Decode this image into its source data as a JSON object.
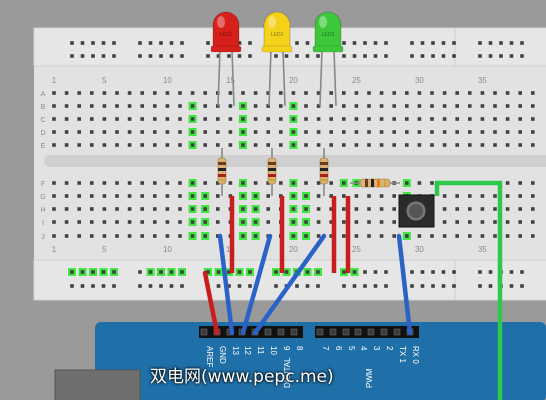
{
  "breadboard": {
    "column_labels": [
      "1",
      "5",
      "10",
      "15",
      "20",
      "25",
      "30",
      "35"
    ],
    "column_numbers": [
      1,
      5,
      10,
      15,
      20,
      25,
      30,
      35
    ],
    "row_labels_top": [
      "A",
      "B",
      "C",
      "D",
      "E"
    ],
    "row_labels_bottom": [
      "F",
      "G",
      "H",
      "I",
      "J"
    ]
  },
  "leds": [
    {
      "name": "led-red",
      "color": "#d8201a",
      "label": "LED1",
      "column": 12
    },
    {
      "name": "led-yellow",
      "color": "#f4d21a",
      "label": "LED2",
      "column": 16
    },
    {
      "name": "led-green",
      "color": "#3cc83a",
      "label": "LED3",
      "column": 20
    }
  ],
  "arduino": {
    "top_pin_labels": [
      "AREF",
      "GND",
      "13",
      "12",
      "11",
      "10",
      "9",
      "8"
    ],
    "right_pin_labels": [
      "7",
      "6",
      "5",
      "4",
      "3",
      "2",
      "TX 1",
      "RX 0"
    ],
    "digital_label": "DIGITAL",
    "pwm_label": "PWM",
    "board_color": "#1f6fa8"
  },
  "watermark": "双电网(www.pepc.me)",
  "colors": {
    "wire_blue": "#2a62c8",
    "wire_red": "#c81e1e",
    "wire_green": "#2ec84a",
    "board": "#e2e2e2",
    "rail_line": "#cccccc",
    "hole": "#404040",
    "hole_active": "#42e642"
  }
}
